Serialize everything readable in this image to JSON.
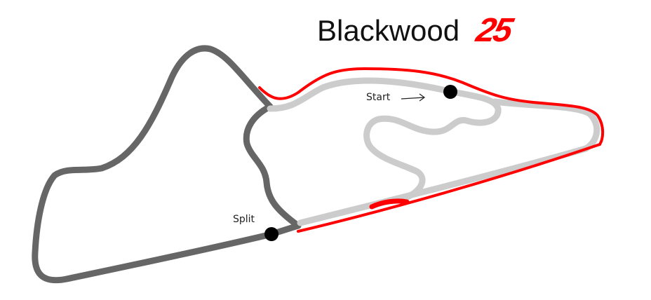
{
  "title": "Blackwood",
  "title_number": "25",
  "labels": {
    "start": "Start",
    "split": "Split"
  },
  "colors": {
    "main_track": "#666666",
    "alt_track": "#cccccc",
    "highlight": "#ff0000",
    "markers": "#000000"
  }
}
